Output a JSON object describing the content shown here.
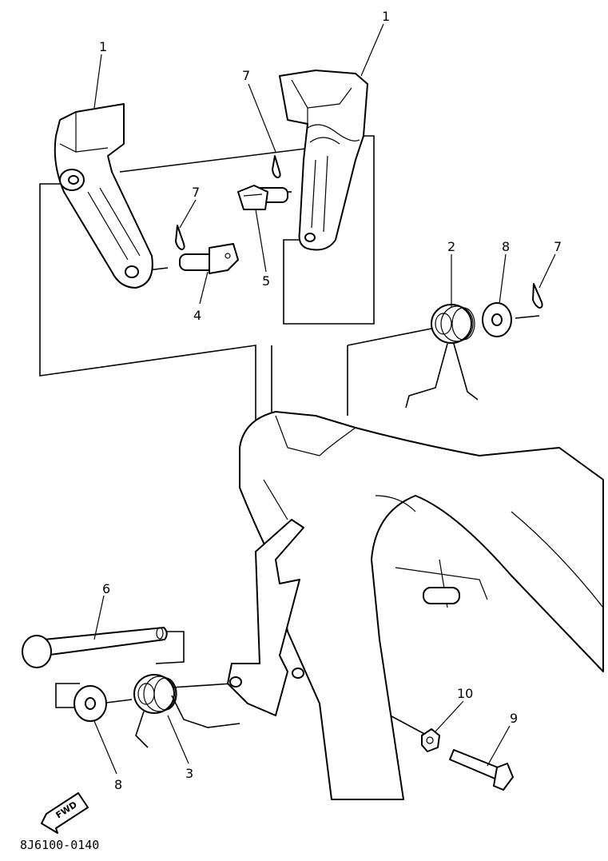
{
  "callouts": {
    "c1_left": "1",
    "c1_right": "1",
    "c2": "2",
    "c3": "3",
    "c4": "4",
    "c5": "5",
    "c6": "6",
    "c7_top": "7",
    "c7_mid": "7",
    "c7_right": "7",
    "c8_top": "8",
    "c8_bottom": "8",
    "c9": "9",
    "c10": "10"
  },
  "fwd_label": "FWD",
  "diagram_code": "8J6100-0140"
}
